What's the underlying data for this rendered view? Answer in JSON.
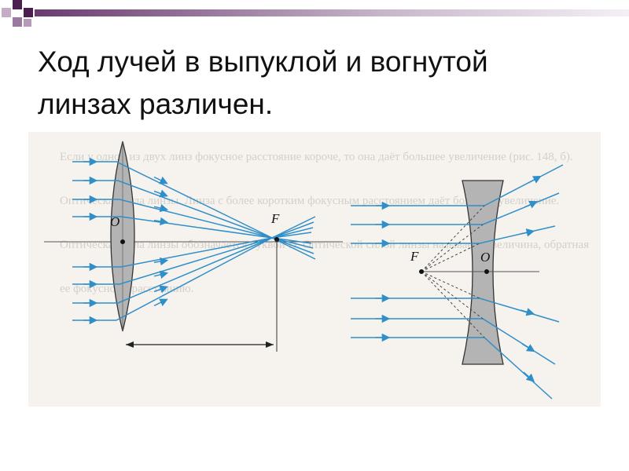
{
  "slide": {
    "title_line1": "Ход лучей в выпуклой и вогнутой",
    "title_line2": "линзах различен."
  },
  "diagram": {
    "convex": {
      "center_label": "O",
      "focus_label": "F"
    },
    "concave": {
      "center_label": "O",
      "focus_label": "F"
    },
    "background_text": "Если у одной из двух линз фокусное расстояние короче, то она даёт большее увеличение (рис. 148, б). Оптическая сила линзы. Линза с более коротким фокусным расстоянием даёт большее увеличение. Оптическая сила линзы обозначается буквой D. Оптической силой линзы называется величина, обратная ее фокусному расстоянию."
  },
  "colors": {
    "ray": "#2f8fc8",
    "lens_fill": "#b4b4b4",
    "bar_dark": "#4b1f4f",
    "bar_mid": "#9a7a9e",
    "bar_light": "#e8e0ea"
  }
}
